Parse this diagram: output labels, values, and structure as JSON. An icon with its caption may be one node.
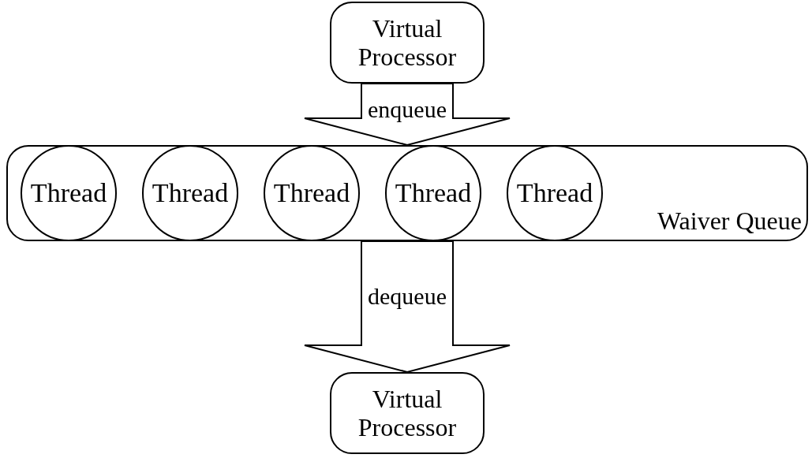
{
  "diagram": {
    "nodes": [
      {
        "text": [
          "Virtual Processor"
        ]
      },
      {
        "text": [
          "Waiver Queue"
        ]
      },
      {
        "text": [
          "Thread"
        ],
        "in": 1
      },
      {
        "text": [
          "Thread"
        ],
        "in": 1
      },
      {
        "text": [
          "Thread"
        ],
        "in": 1
      },
      {
        "text": [
          "Thread"
        ],
        "in": 1
      },
      {
        "text": [
          "Thread"
        ],
        "in": 1
      },
      {
        "text": [
          "Virtual Processor"
        ]
      }
    ],
    "edges": [
      {
        "from": 0,
        "to": 1,
        "arrow": "to",
        "label": "enqueue",
        "style": "thick"
      },
      {
        "from": 1,
        "to": 7,
        "arrow": "to",
        "label": "dequeue",
        "style": "thick"
      }
    ]
  }
}
